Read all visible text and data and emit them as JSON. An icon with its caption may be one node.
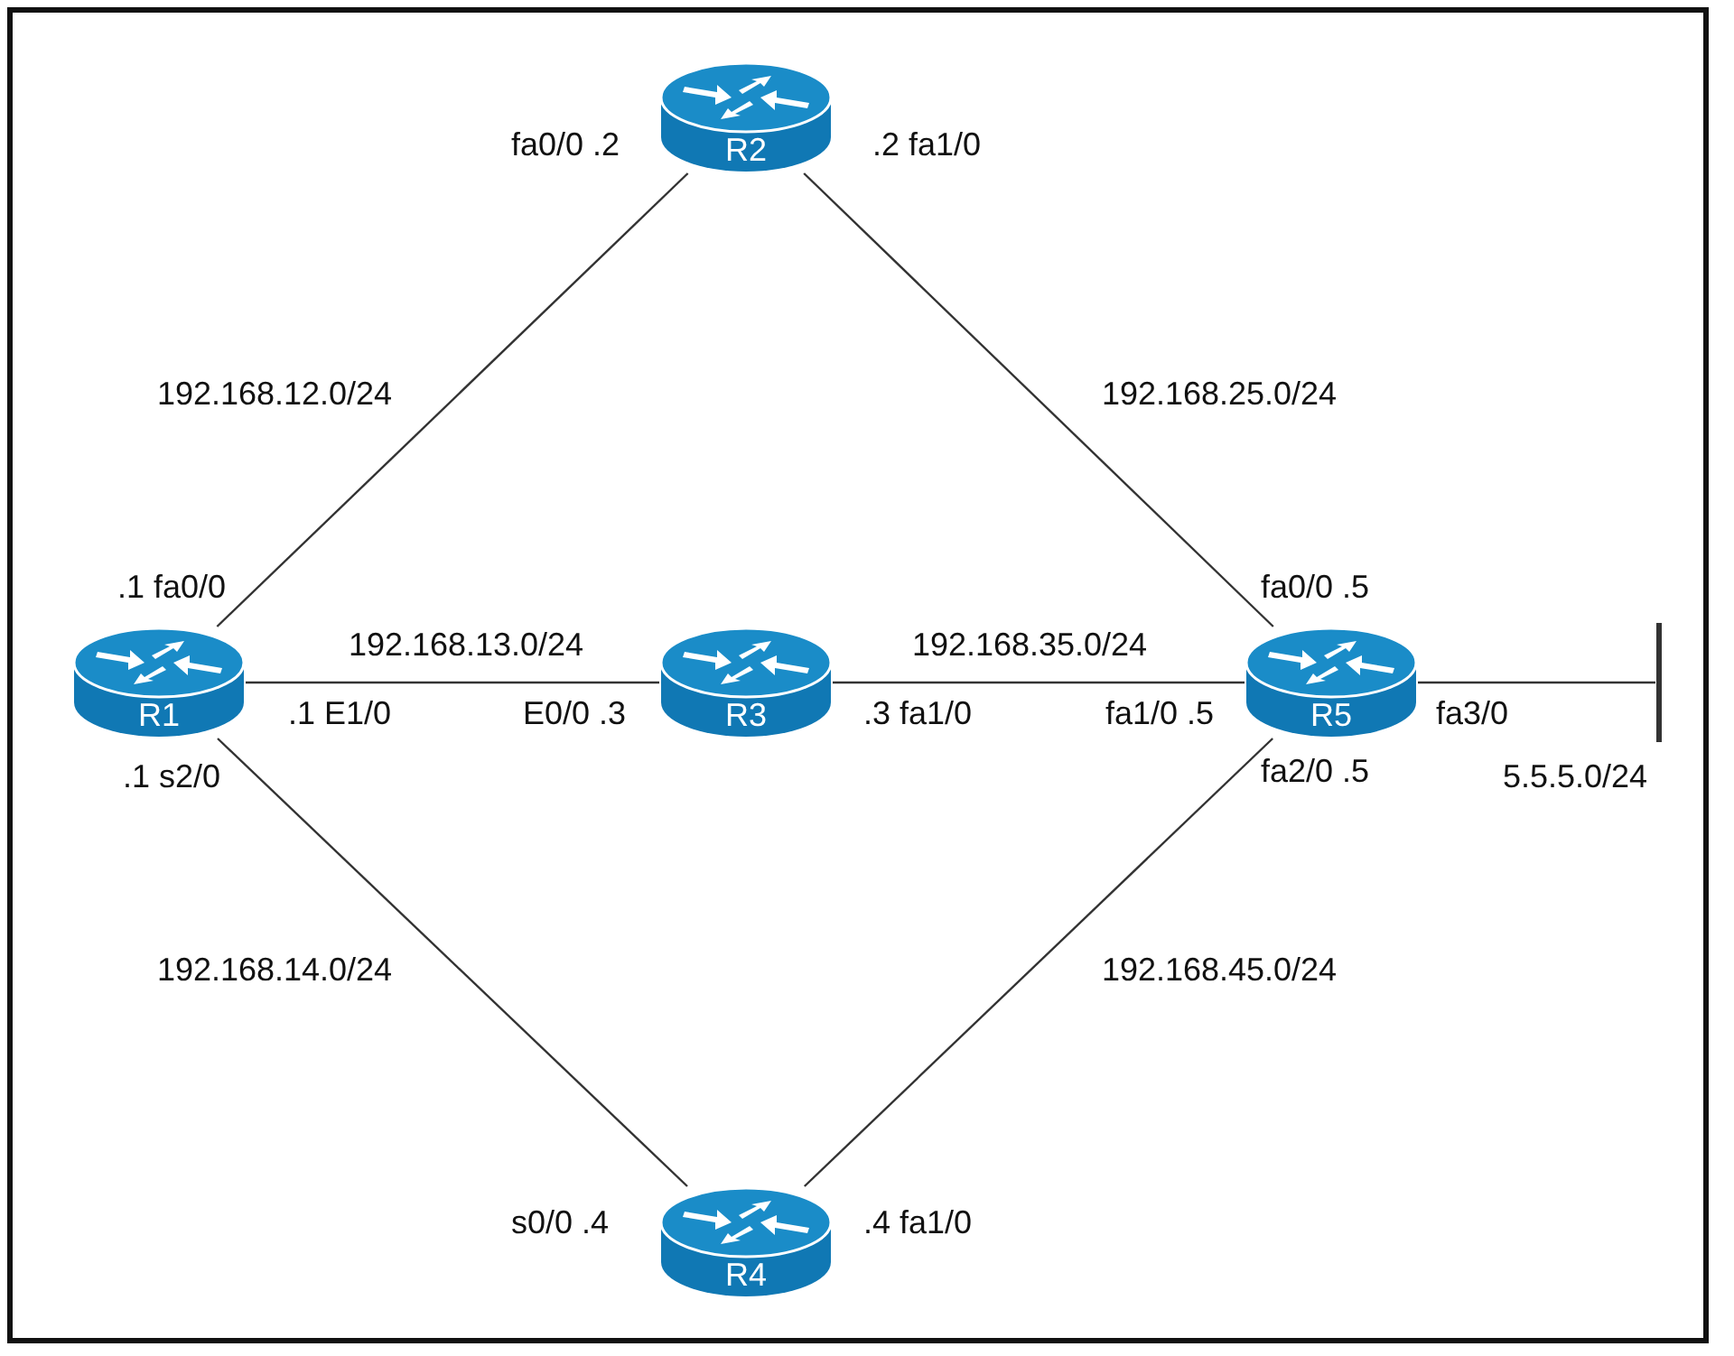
{
  "diagram": {
    "nodes": [
      {
        "text": [
          "R1"
        ],
        "beside": [
          ".1 fa0/0",
          ".1 E1/0",
          ".1 s2/0"
        ]
      },
      {
        "text": [
          "R2"
        ],
        "beside": [
          "fa0/0 .2",
          ".2 fa1/0"
        ]
      },
      {
        "text": [
          "R3"
        ],
        "beside": [
          "E0/0 .3",
          ".3 fa1/0"
        ]
      },
      {
        "text": [
          "R4"
        ],
        "beside": [
          "s0/0 .4",
          ".4 fa1/0"
        ]
      },
      {
        "text": [
          "R5"
        ],
        "beside": [
          "fa0/0 .5",
          "fa1/0 .5",
          "fa2/0 .5",
          "fa3/0"
        ]
      },
      {
        "text": [],
        "shape": "bar"
      }
    ],
    "edges": [
      {
        "from": 0,
        "to": 1,
        "arrow": "none",
        "label": "192.168.12.0/24"
      },
      {
        "from": 0,
        "to": 2,
        "arrow": "none",
        "label": "192.168.13.0/24"
      },
      {
        "from": 0,
        "to": 3,
        "arrow": "none",
        "label": "192.168.14.0/24"
      },
      {
        "from": 1,
        "to": 4,
        "arrow": "none",
        "label": "192.168.25.0/24"
      },
      {
        "from": 2,
        "to": 4,
        "arrow": "none",
        "label": "192.168.35.0/24"
      },
      {
        "from": 3,
        "to": 4,
        "arrow": "none",
        "label": "192.168.45.0/24"
      },
      {
        "from": 4,
        "to": 5,
        "arrow": "none"
      }
    ],
    "labels": [
      "5.5.5.0/24"
    ]
  }
}
